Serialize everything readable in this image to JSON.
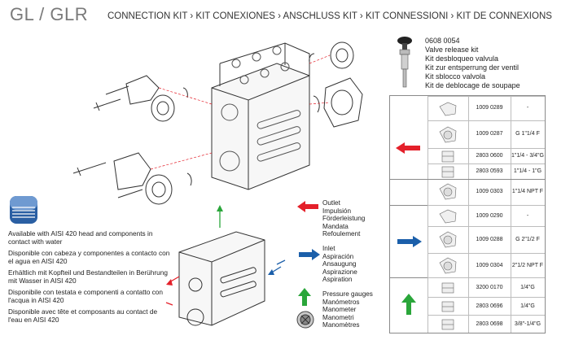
{
  "header": {
    "family": "GL / GLR",
    "title": "CONNECTION KIT › KIT CONEXIONES › ANSCHLUSS KIT › KIT CONNESSIONI › KIT DE CONNEXIONS"
  },
  "valve_kit": {
    "code": "0608 0054",
    "lines": [
      "Valve release kit",
      "Kit desbloqueo valvula",
      "Kit zur entsperrung der ventil",
      "Kit sblocco valvola",
      "Kit de deblocage de soupape"
    ]
  },
  "legend": {
    "outlet": [
      "Outlet",
      "Impulsión",
      "Förderleistung",
      "Mandata",
      "Refoulement"
    ],
    "inlet": [
      "Inlet",
      "Aspiración",
      "Ansaugung",
      "Aspirazione",
      "Aspiration"
    ],
    "gauges": [
      "Pressure gauges",
      "Manómetros",
      "Manometer",
      "Manometri",
      "Manomètres"
    ]
  },
  "aisi": [
    "Available with AISI 420 head and components in contact with water",
    "Disponible con cabeza y componentes a contacto con el agua en AISI 420",
    "Erhältlich mit Kopfteil und Bestandteilen in Berührung mit Wasser in AISI 420",
    "Disponibile con testata e componenti a contatto con l'acqua in AISI 420",
    "Disponible avec tête et composants au contact de l'eau en AISI 420"
  ],
  "table": {
    "groups": [
      {
        "arrow": "red",
        "rows": [
          {
            "code": "1009 0289",
            "spec": "-"
          },
          {
            "code": "1009 0287",
            "spec": "G 1\"1/4 F"
          },
          {
            "code": "2803 0600",
            "spec": "1\"1/4 - 3/4\"G"
          },
          {
            "code": "2803 0593",
            "spec": "1\"1/4 - 1\"G"
          }
        ]
      },
      {
        "arrow": "none",
        "rows": [
          {
            "code": "1009 0303",
            "spec": "1\"1/4 NPT F"
          }
        ]
      },
      {
        "arrow": "blue",
        "rows": [
          {
            "code": "1009 0290",
            "spec": "-"
          },
          {
            "code": "1009 0288",
            "spec": "G 2\"1/2 F"
          },
          {
            "code": "1009 0304",
            "spec": "2\"1/2 NPT F"
          }
        ]
      },
      {
        "arrow": "green",
        "rows": [
          {
            "code": "3200 0170",
            "spec": "1/4\"G"
          },
          {
            "code": "2803 0696",
            "spec": "1/4\"G"
          },
          {
            "code": "2803 0698",
            "spec": "3/8\"-1/4\"G"
          }
        ]
      }
    ]
  },
  "colors": {
    "outlet_red": "#e4202a",
    "inlet_blue": "#1b5faa",
    "gauge_green": "#2aa63a",
    "logo_blue": "#2a5fa3"
  }
}
